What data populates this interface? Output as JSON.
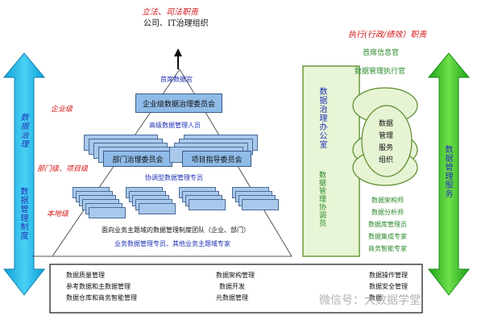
{
  "top_left": {
    "title_red": "立法、司法职责",
    "subtitle": "公司、IT治理组织"
  },
  "top_right": {
    "title_red": "执行(行政/绩效）职责",
    "cio": "首席信息官",
    "exec": "数据管理执行官"
  },
  "left_arrow": {
    "top_label": "数据治理",
    "bottom_label": "数据管理制度"
  },
  "right_arrow": {
    "label": "数据管理服务"
  },
  "levels": {
    "enterprise": "企业级",
    "dept_project": "部门级、项目级",
    "local": "本地级"
  },
  "pyramid": {
    "cdo": "首席数据官",
    "enterprise_committee": "企业级数据治理委员会",
    "senior_managers": "高级数据管理人员",
    "dept_committee": "部门治理委员会",
    "project_committee": "项目指导委员会",
    "coordinators": "协调型数据管理专员",
    "domain_team": "面向业务主题域的数据管理制度团队（企业、部门）",
    "specialists": "业务数据管理专员、其他业务主题域专家"
  },
  "office": {
    "line1": "数据治理办公室",
    "line2": "数据管理协调员"
  },
  "services": {
    "circle_label": [
      "数据",
      "管理",
      "服务",
      "组织"
    ],
    "roles": [
      "数据架构师",
      "数据分析师",
      "数据库管理员",
      "数据集成专家",
      "商务智能专家"
    ]
  },
  "bottom": {
    "col1": [
      "数据质量管理",
      "参考数据和主数据管理",
      "数据仓库和商务智能管理"
    ],
    "col2": [
      "数据架构管理",
      "数据开发",
      "元数据管理"
    ],
    "col3": [
      "数据操作管理",
      "数据安全管理",
      "数据"
    ]
  },
  "watermark": "微信号：大数据学堂",
  "colors": {
    "left_arrow": "#19b6ea",
    "right_arrow": "#2fbf2a",
    "box_fill": "#8fbbe8",
    "office_fill": "#e8f5d6",
    "circle_fill": "#e6f4d4"
  }
}
